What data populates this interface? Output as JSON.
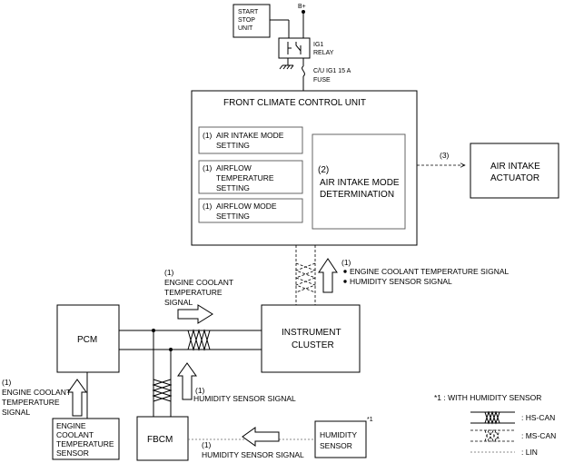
{
  "start_stop_unit": {
    "line1": "START",
    "line2": "STOP",
    "line3": "UNIT"
  },
  "battery": "B+",
  "ig1_relay": {
    "line1": "IG1",
    "line2": "RELAY"
  },
  "fuse": {
    "line1": "C/U IG1 15 A",
    "line2": "FUSE"
  },
  "fccu": {
    "title": "FRONT CLIMATE CONTROL UNIT",
    "functions": [
      {
        "num": "(1)",
        "lines": [
          "AIR INTAKE MODE",
          "SETTING"
        ]
      },
      {
        "num": "(1)",
        "lines": [
          "AIRFLOW",
          "TEMPERATURE",
          "SETTING"
        ]
      },
      {
        "num": "(1)",
        "lines": [
          "AIRFLOW MODE",
          "SETTING"
        ]
      }
    ],
    "determination": {
      "num": "(2)",
      "lines": [
        "AIR INTAKE MODE",
        "DETERMINATION"
      ]
    }
  },
  "actuator": {
    "num": "(3)",
    "line1": "AIR INTAKE",
    "line2": "ACTUATOR"
  },
  "cluster_signals": {
    "num": "(1)",
    "items": [
      "ENGINE COOLANT TEMPERATURE SIGNAL",
      "HUMIDITY SENSOR SIGNAL"
    ]
  },
  "pcm": "PCM",
  "pcm_signal": {
    "num": "(1)",
    "lines": [
      "ENGINE COOLANT",
      "TEMPERATURE",
      "SIGNAL"
    ]
  },
  "cluster": {
    "line1": "INSTRUMENT",
    "line2": "CLUSTER"
  },
  "sensor_signal": {
    "num": "(1)",
    "lines": [
      "ENGINE COOLANT",
      "TEMPERATURE",
      "SIGNAL"
    ]
  },
  "sensor": {
    "lines": [
      "ENGINE",
      "COOLANT",
      "TEMPERATURE",
      "SENSOR"
    ]
  },
  "fbcm": "FBCM",
  "fbcm_signal": {
    "num": "(1)",
    "text": "HUMIDITY SENSOR SIGNAL"
  },
  "humidity_sensor": {
    "line1": "HUMIDITY",
    "line2": "SENSOR",
    "note_mark": "*1"
  },
  "humidity_signal": {
    "num": "(1)",
    "text": "HUMIDITY SENSOR SIGNAL"
  },
  "legend": {
    "note": "*1 : WITH HUMIDITY SENSOR",
    "items": [
      ": HS-CAN",
      ": MS-CAN",
      ": LIN"
    ]
  }
}
